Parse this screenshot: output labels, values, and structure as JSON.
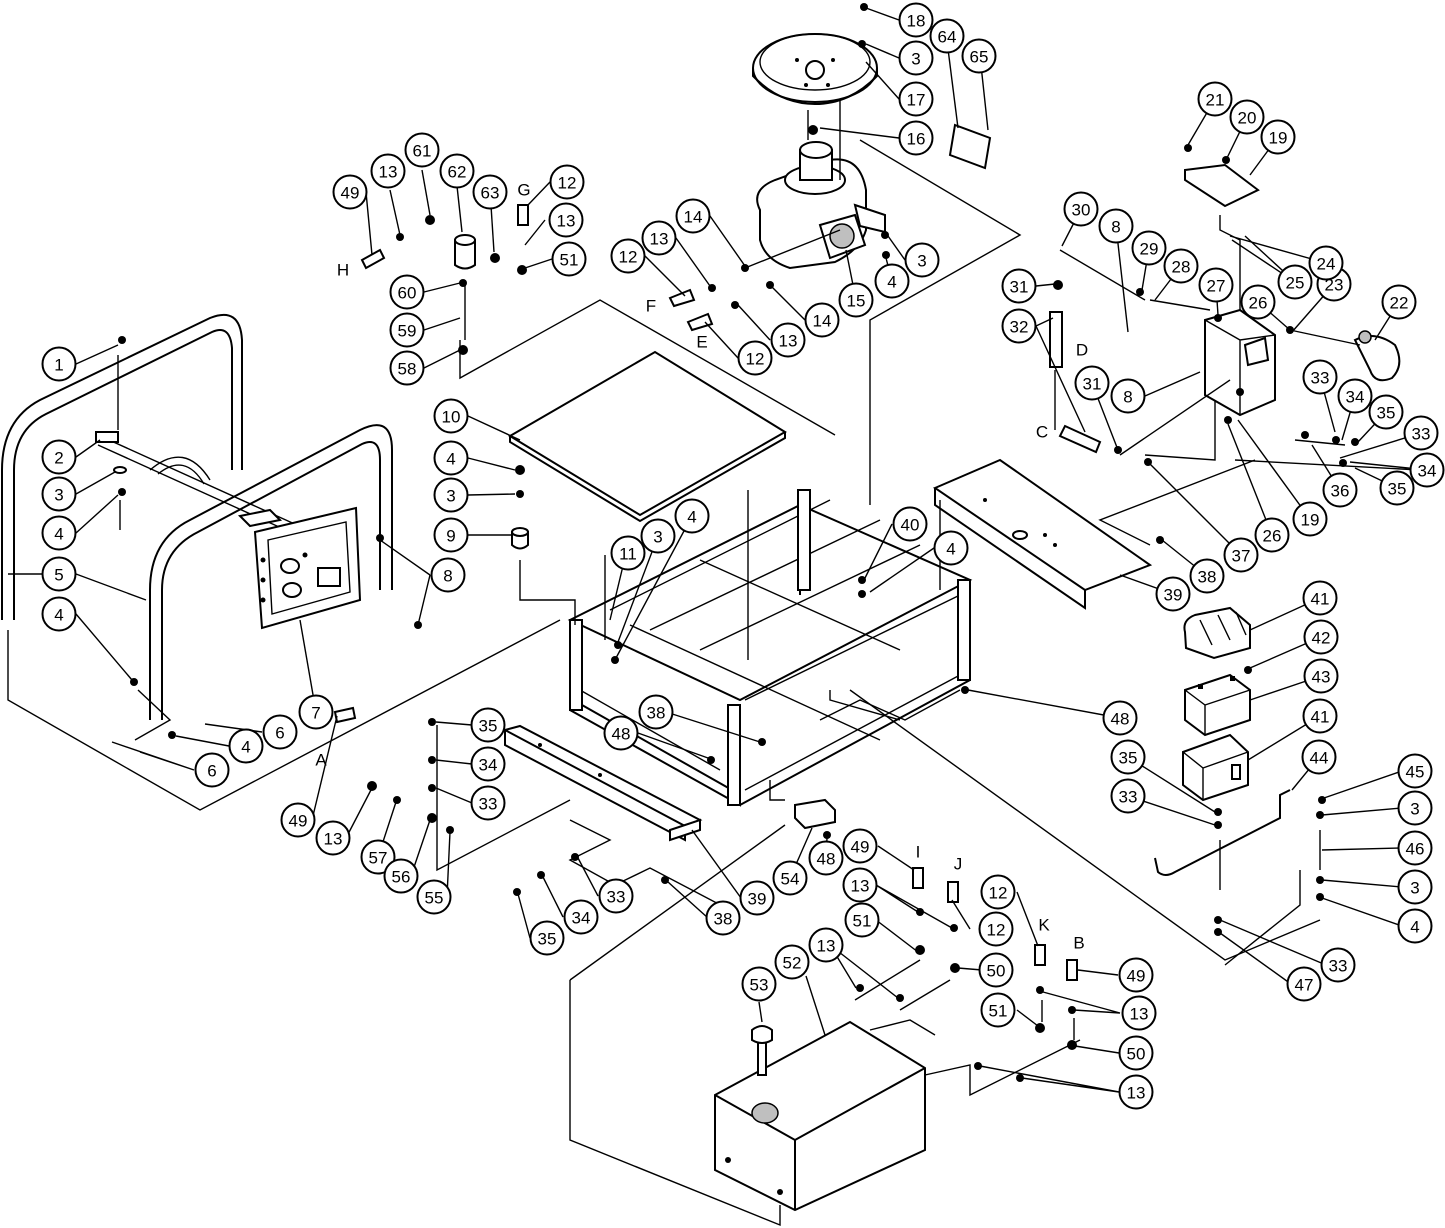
{
  "callouts": [
    {
      "id": "c-1",
      "label": "1"
    },
    {
      "id": "c-2",
      "label": "2"
    },
    {
      "id": "c-3a",
      "label": "3"
    },
    {
      "id": "c-4a",
      "label": "4"
    },
    {
      "id": "c-5",
      "label": "5"
    },
    {
      "id": "c-4b",
      "label": "4"
    },
    {
      "id": "c-6a",
      "label": "6"
    },
    {
      "id": "c-4c",
      "label": "4"
    },
    {
      "id": "c-6b",
      "label": "6"
    },
    {
      "id": "c-7",
      "label": "7"
    },
    {
      "id": "c-8a",
      "label": "8"
    },
    {
      "id": "c-49a",
      "label": "49"
    },
    {
      "id": "c-13a",
      "label": "13"
    },
    {
      "id": "c-61",
      "label": "61"
    },
    {
      "id": "c-62",
      "label": "62"
    },
    {
      "id": "c-63",
      "label": "63"
    },
    {
      "id": "c-12a",
      "label": "12"
    },
    {
      "id": "c-13b",
      "label": "13"
    },
    {
      "id": "c-51a",
      "label": "51"
    },
    {
      "id": "c-60",
      "label": "60"
    },
    {
      "id": "c-59",
      "label": "59"
    },
    {
      "id": "c-58",
      "label": "58"
    },
    {
      "id": "c-10",
      "label": "10"
    },
    {
      "id": "c-4d",
      "label": "4"
    },
    {
      "id": "c-3b",
      "label": "3"
    },
    {
      "id": "c-9",
      "label": "9"
    },
    {
      "id": "c-11",
      "label": "11"
    },
    {
      "id": "c-3c",
      "label": "3"
    },
    {
      "id": "c-4e",
      "label": "4"
    },
    {
      "id": "c-12b",
      "label": "12"
    },
    {
      "id": "c-13c",
      "label": "13"
    },
    {
      "id": "c-14a",
      "label": "14"
    },
    {
      "id": "c-14b",
      "label": "14"
    },
    {
      "id": "c-13d",
      "label": "13"
    },
    {
      "id": "c-12c",
      "label": "12"
    },
    {
      "id": "c-15",
      "label": "15"
    },
    {
      "id": "c-4f",
      "label": "4"
    },
    {
      "id": "c-3d",
      "label": "3"
    },
    {
      "id": "c-18",
      "label": "18"
    },
    {
      "id": "c-3e",
      "label": "3"
    },
    {
      "id": "c-64",
      "label": "64"
    },
    {
      "id": "c-65",
      "label": "65"
    },
    {
      "id": "c-17",
      "label": "17"
    },
    {
      "id": "c-16",
      "label": "16"
    },
    {
      "id": "c-40",
      "label": "40"
    },
    {
      "id": "c-4g",
      "label": "4"
    },
    {
      "id": "c-30",
      "label": "30"
    },
    {
      "id": "c-8b",
      "label": "8"
    },
    {
      "id": "c-29",
      "label": "29"
    },
    {
      "id": "c-28",
      "label": "28"
    },
    {
      "id": "c-31a",
      "label": "31"
    },
    {
      "id": "c-32",
      "label": "32"
    },
    {
      "id": "c-27",
      "label": "27"
    },
    {
      "id": "c-26a",
      "label": "26"
    },
    {
      "id": "c-23",
      "label": "23"
    },
    {
      "id": "c-22",
      "label": "22"
    },
    {
      "id": "c-8c",
      "label": "8"
    },
    {
      "id": "c-31b",
      "label": "31"
    },
    {
      "id": "c-21",
      "label": "21"
    },
    {
      "id": "c-20",
      "label": "20"
    },
    {
      "id": "c-19a",
      "label": "19"
    },
    {
      "id": "c-24",
      "label": "24"
    },
    {
      "id": "c-25",
      "label": "25"
    },
    {
      "id": "c-33a",
      "label": "33"
    },
    {
      "id": "c-34a",
      "label": "34"
    },
    {
      "id": "c-35a",
      "label": "35"
    },
    {
      "id": "c-33b",
      "label": "33"
    },
    {
      "id": "c-34b",
      "label": "34"
    },
    {
      "id": "c-35b",
      "label": "35"
    },
    {
      "id": "c-36",
      "label": "36"
    },
    {
      "id": "c-19b",
      "label": "19"
    },
    {
      "id": "c-26b",
      "label": "26"
    },
    {
      "id": "c-37",
      "label": "37"
    },
    {
      "id": "c-38a",
      "label": "38"
    },
    {
      "id": "c-39a",
      "label": "39"
    },
    {
      "id": "c-41a",
      "label": "41"
    },
    {
      "id": "c-42",
      "label": "42"
    },
    {
      "id": "c-43",
      "label": "43"
    },
    {
      "id": "c-41b",
      "label": "41"
    },
    {
      "id": "c-48a",
      "label": "48"
    },
    {
      "id": "c-35c",
      "label": "35"
    },
    {
      "id": "c-33c",
      "label": "33"
    },
    {
      "id": "c-44",
      "label": "44"
    },
    {
      "id": "c-45",
      "label": "45"
    },
    {
      "id": "c-3f",
      "label": "3"
    },
    {
      "id": "c-46",
      "label": "46"
    },
    {
      "id": "c-3g",
      "label": "3"
    },
    {
      "id": "c-4h",
      "label": "4"
    },
    {
      "id": "c-33d",
      "label": "33"
    },
    {
      "id": "c-47",
      "label": "47"
    },
    {
      "id": "c-35d",
      "label": "35"
    },
    {
      "id": "c-34c",
      "label": "34"
    },
    {
      "id": "c-33e",
      "label": "33"
    },
    {
      "id": "c-49b",
      "label": "49"
    },
    {
      "id": "c-13e",
      "label": "13"
    },
    {
      "id": "c-57",
      "label": "57"
    },
    {
      "id": "c-56",
      "label": "56"
    },
    {
      "id": "c-55",
      "label": "55"
    },
    {
      "id": "c-38b",
      "label": "38"
    },
    {
      "id": "c-48b",
      "label": "48"
    },
    {
      "id": "c-33f",
      "label": "33"
    },
    {
      "id": "c-34d",
      "label": "34"
    },
    {
      "id": "c-35e",
      "label": "35"
    },
    {
      "id": "c-38c",
      "label": "38"
    },
    {
      "id": "c-39b",
      "label": "39"
    },
    {
      "id": "c-54",
      "label": "54"
    },
    {
      "id": "c-48c",
      "label": "48"
    },
    {
      "id": "c-49c",
      "label": "49"
    },
    {
      "id": "c-13f",
      "label": "13"
    },
    {
      "id": "c-12d",
      "label": "12"
    },
    {
      "id": "c-51b",
      "label": "51"
    },
    {
      "id": "c-50a",
      "label": "50"
    },
    {
      "id": "c-13g",
      "label": "13"
    },
    {
      "id": "c-12e",
      "label": "12"
    },
    {
      "id": "c-49d",
      "label": "49"
    },
    {
      "id": "c-13h",
      "label": "13"
    },
    {
      "id": "c-51c",
      "label": "51"
    },
    {
      "id": "c-50b",
      "label": "50"
    },
    {
      "id": "c-13i",
      "label": "13"
    },
    {
      "id": "c-53",
      "label": "53"
    },
    {
      "id": "c-52",
      "label": "52"
    }
  ],
  "letters": [
    {
      "id": "l-H",
      "text": "H"
    },
    {
      "id": "l-G",
      "text": "G"
    },
    {
      "id": "l-F",
      "text": "F"
    },
    {
      "id": "l-E",
      "text": "E"
    },
    {
      "id": "l-D",
      "text": "D"
    },
    {
      "id": "l-C",
      "text": "C"
    },
    {
      "id": "l-A",
      "text": "A"
    },
    {
      "id": "l-I",
      "text": "I"
    },
    {
      "id": "l-J",
      "text": "J"
    },
    {
      "id": "l-K",
      "text": "K"
    },
    {
      "id": "l-B",
      "text": "B"
    }
  ]
}
